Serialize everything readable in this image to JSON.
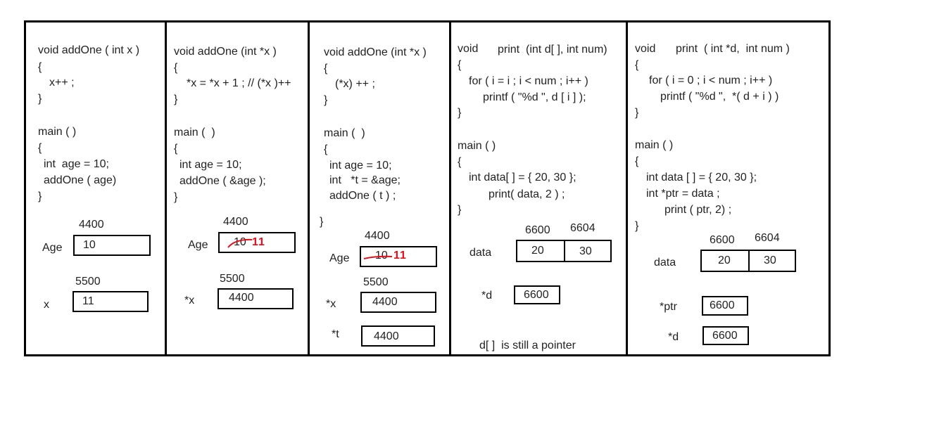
{
  "panel1": {
    "code": [
      "void addOne ( int x )",
      "{",
      "x++ ;",
      "}",
      "main ( )",
      "{",
      "int  age = 10;",
      "addOne ( age)",
      "}"
    ],
    "addr_age": "4400",
    "label_age": "Age",
    "val_age": "10",
    "addr_x": "5500",
    "label_x": "x",
    "val_x": "11"
  },
  "panel2": {
    "code": [
      "void addOne (int *x )",
      "{",
      "*x = *x + 1 ; // (*x )++",
      "}",
      "main (  )",
      "{",
      "int age = 10;",
      "addOne ( &age );",
      "}"
    ],
    "addr_age": "4400",
    "label_age": "Age",
    "old_age": "10",
    "new_age": "11",
    "addr_x": "5500",
    "label_x": "*x",
    "val_x": "4400"
  },
  "panel3": {
    "code": [
      "void addOne (int *x )",
      "{",
      "(*x) ++ ;",
      "}",
      "main (  )",
      "{",
      "int age = 10;",
      "int   *t = &age;",
      "addOne ( t ) ;",
      "}"
    ],
    "addr_age": "4400",
    "label_age": "Age",
    "old_age": "10",
    "new_age": "11",
    "addr_x": "5500",
    "label_x": "*x",
    "val_x": "4400",
    "label_t": "*t",
    "val_t": "4400"
  },
  "panel4": {
    "code_head_void": "void",
    "code_head_sig": "print  (int d[ ], int num)",
    "code": [
      "{",
      "for ( i = i ; i < num ; i++ )",
      "printf ( \"%d \", d [ i ] );",
      "}",
      "main ( )",
      "{",
      "int data[ ] = { 20, 30 };",
      "print( data, 2 ) ;",
      "}"
    ],
    "addr_0": "6600",
    "addr_1": "6604",
    "label_data": "data",
    "data_0": "20",
    "data_1": "30",
    "label_d": "*d",
    "val_d": "6600",
    "note": "d[ ]  is still a pointer"
  },
  "panel5": {
    "code_head_void": "void",
    "code_head_sig": "print  ( int *d,  int num )",
    "code": [
      "{",
      "for ( i = 0 ; i < num ; i++ )",
      "printf ( \"%d \",  *( d + i ) )",
      "}",
      "main ( )",
      "{",
      "int data [ ] = { 20, 30 };",
      "int *ptr = data ;",
      "print ( ptr, 2) ;",
      "}"
    ],
    "addr_0": "6600",
    "addr_1": "6604",
    "label_data": "data",
    "data_0": "20",
    "data_1": "30",
    "label_ptr": "*ptr",
    "val_ptr": "6600",
    "label_d": "*d",
    "val_d": "6600"
  },
  "colors": {
    "correction": "#e0101a",
    "border": "#000000"
  }
}
